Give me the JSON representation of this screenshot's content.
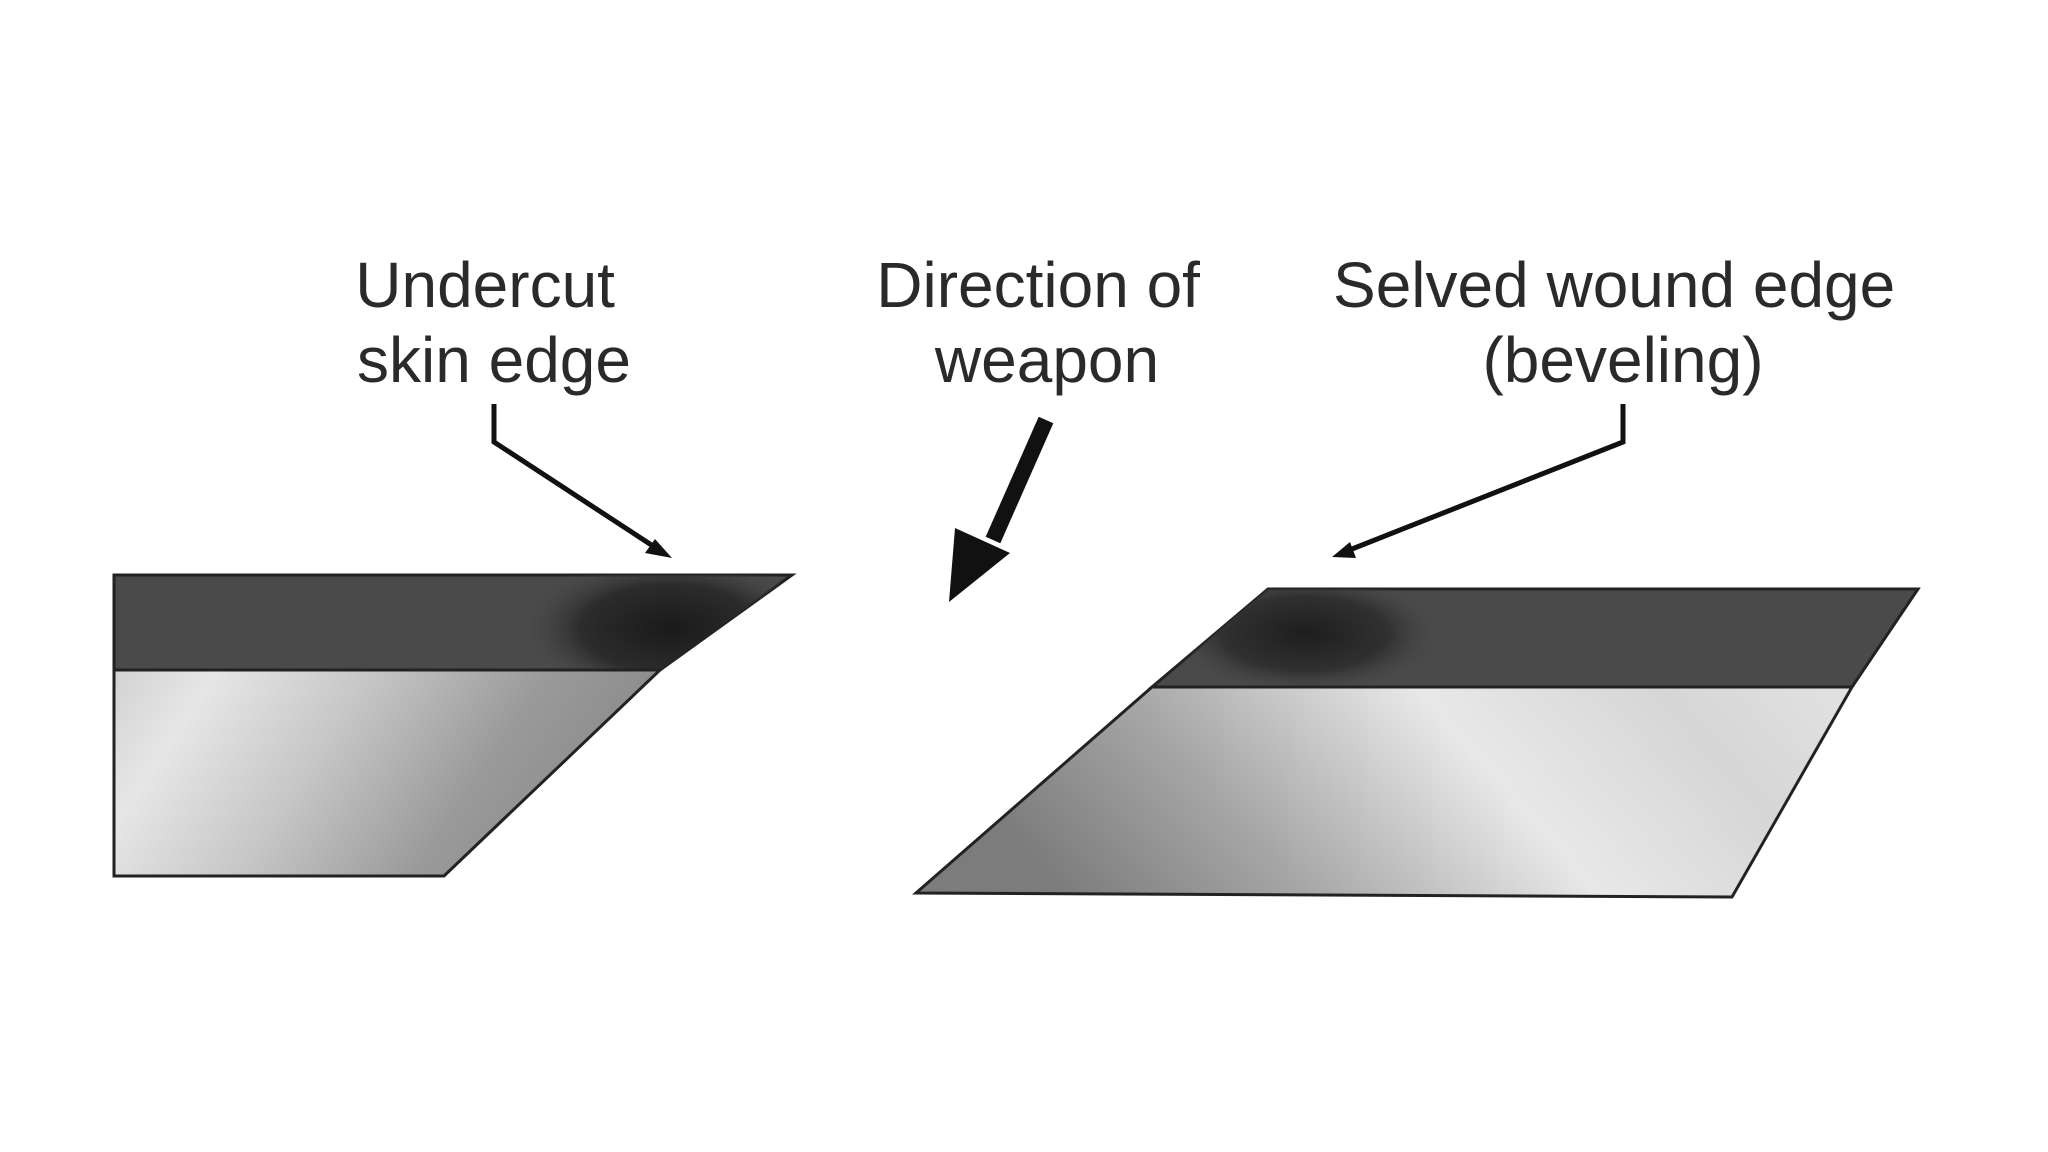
{
  "labels": {
    "undercut": {
      "line1": "Undercut",
      "line2": "skin edge"
    },
    "direction": {
      "line1": "Direction of",
      "line2": "weapon"
    },
    "selved": {
      "line1": "Selved wound edge",
      "line2": "(beveling)"
    }
  },
  "colors": {
    "background": "#ffffff",
    "skin_surface": "#4a4a4a",
    "skin_shadow": "#1c1c1c",
    "tissue_light": "#e4e4e4",
    "tissue_dark": "#8a8a8a",
    "outline": "#222222",
    "arrow": "#111111",
    "text": "#2a2a2a"
  }
}
